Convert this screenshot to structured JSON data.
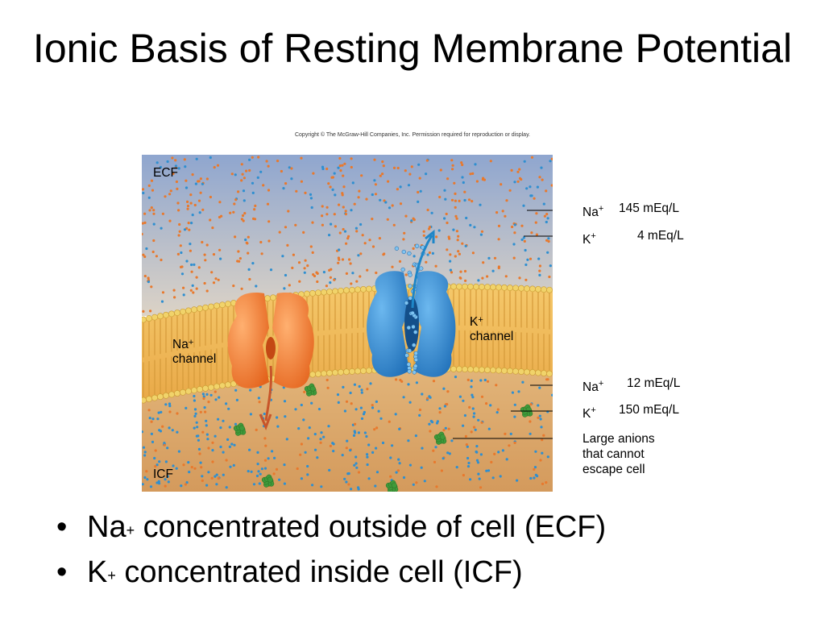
{
  "slide": {
    "title": "Ionic Basis of Resting Membrane Potential",
    "copyright": "Copyright © The McGraw-Hill Companies, Inc. Permission required for reproduction or display."
  },
  "figure": {
    "ecf_label": "ECF",
    "icf_label": "ICF",
    "na_channel": {
      "ion": "Na",
      "charge": "+",
      "word": "channel"
    },
    "k_channel": {
      "ion": "K",
      "charge": "+",
      "word": "channel"
    },
    "outside": [
      {
        "ion": "Na",
        "charge": "+",
        "value": "145 mEq/L"
      },
      {
        "ion": "K",
        "charge": "+",
        "value": "4 mEq/L"
      }
    ],
    "inside": [
      {
        "ion": "Na",
        "charge": "+",
        "value": "12 mEq/L"
      },
      {
        "ion": "K",
        "charge": "+",
        "value": "150 mEq/L"
      }
    ],
    "anions_label": [
      "Large anions",
      "that cannot",
      "escape cell"
    ],
    "colors": {
      "ecf_top": "#8fa6cf",
      "ecf_bottom": "#d9d0c4",
      "icf": "#d9a468",
      "na_dot": "#e8792d",
      "k_dot": "#2f8fd0",
      "na_channel": "#f07a2c",
      "k_channel": "#2f86d0",
      "anion": "#3f9a3a",
      "lipid_head": "#f1d36a"
    }
  },
  "bullets": [
    {
      "ion": "Na",
      "charge": "+",
      "text": " concentrated outside of cell (ECF)"
    },
    {
      "ion": "K",
      "charge": "+",
      "text": " concentrated inside cell (ICF)"
    }
  ]
}
